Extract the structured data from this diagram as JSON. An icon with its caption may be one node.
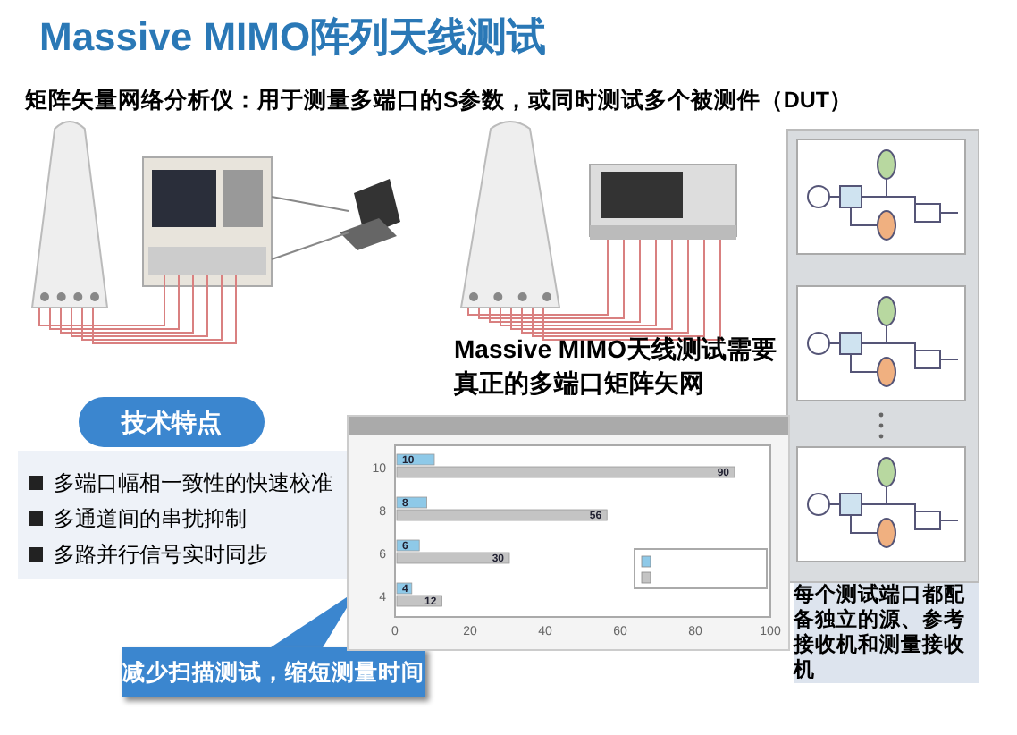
{
  "diagram": {
    "title": "Massive MIMO阵列天线测试",
    "labels": [
      "矩阵矢量网络分析仪：用于测量多端口的S参数，或同时测试多个被测件（DUT）",
      "Massive  MIMO天线测试需要**真正**的多端口矩阵矢网",
      "技术特点",
      "多端口幅相一致性的快速校准",
      "多通道间的串扰抑制",
      "多路并行信号实时同步",
      "每个测试端口都配备独立的源、参考接收机和测量接收机",
      "减少扫描测试，缩短测量时间"
    ],
    "chart_data": {
      "type": "bar",
      "orientation": "horizontal",
      "categories": [
        "10",
        "8",
        "6",
        "4"
      ],
      "series": [
        {
          "color": "#8ec9e8",
          "values": [
            10,
            8,
            6,
            4
          ]
        },
        {
          "color": "#c4c4c4",
          "values": [
            90,
            56,
            30,
            12
          ]
        }
      ],
      "xlim": [
        0,
        100
      ],
      "xticks": [
        0,
        20,
        40,
        60,
        80,
        100
      ],
      "data_labels": true
    }
  }
}
